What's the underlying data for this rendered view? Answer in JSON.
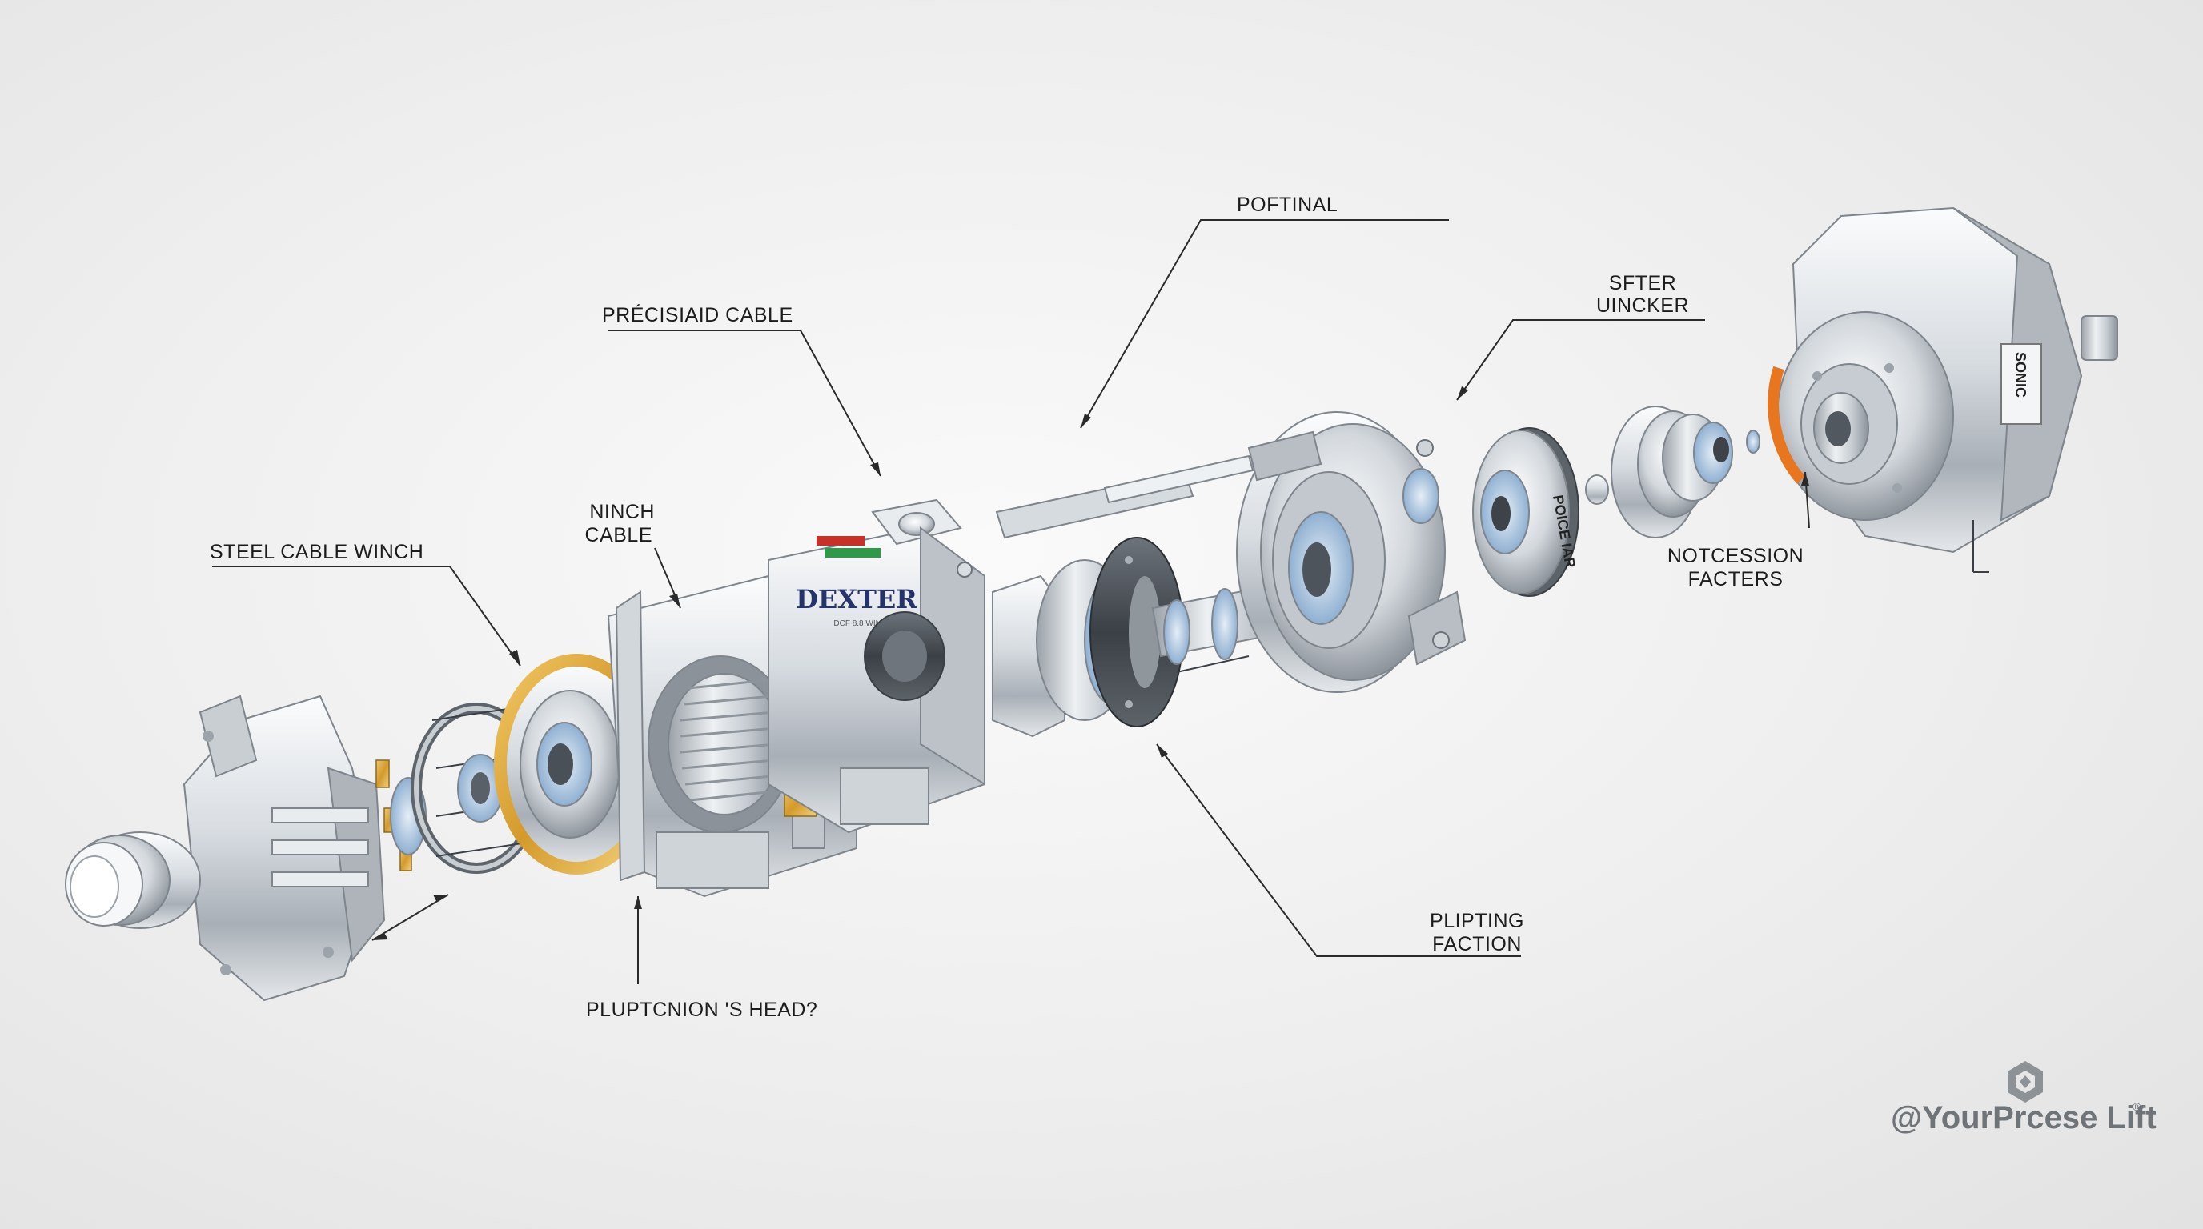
{
  "labels": {
    "steel_cable_winch": "STEEL CABLE WINCH",
    "ninch_cable_1": "NINCH",
    "ninch_cable_2": "CABLE",
    "precisiaid_cable": "PRÉCISIAID CABLE",
    "poftinal": "POFTINAL",
    "sfter_uincker_1": "SFTER",
    "sfter_uincker_2": "UINCKER",
    "notcession_facters_1": "NOTCESSION",
    "notcession_facters_2": "FACTERS",
    "plipting_faction_1": "PLIPTING",
    "plipting_faction_2": "FACTION",
    "pluptcnion_head": "PLUPTCNION 'S HEAD?"
  },
  "part_markings": {
    "housing_brand": "DEXTER",
    "housing_subtext": "DCF 8.8 WING",
    "disc_plate": "POICE IAR",
    "end_plate": "SONIC"
  },
  "watermark": {
    "text": "@YourPrcese Lift",
    "mark": "®"
  },
  "colors": {
    "background": "#ececec",
    "metal_light": "#e6e9ec",
    "metal_mid": "#b9bfc5",
    "metal_dark": "#5a6068",
    "accent_gold": "#d9a63a",
    "accent_orange": "#e8761e",
    "accent_blue": "#a9c4de",
    "brand_navy": "#24346a",
    "label_green": "#2e9a48",
    "label_red": "#c8302a"
  }
}
